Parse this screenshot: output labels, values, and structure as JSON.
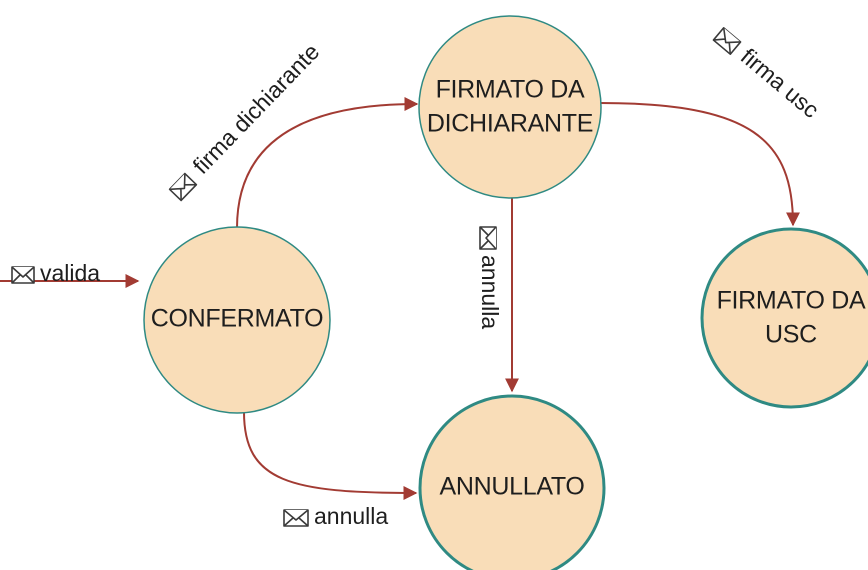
{
  "states": {
    "confermato": "CONFERMATO",
    "firmato_dichiarante_line1": "FIRMATO DA",
    "firmato_dichiarante_line2": "DICHIARANTE",
    "firmato_usc_line1": "FIRMATO DA",
    "firmato_usc_line2": "USC",
    "annullato": "ANNULLATO"
  },
  "transitions": {
    "valida": "valida",
    "firma_dichiarante": "firma dichiarante",
    "firma_usc": "firma usc",
    "annulla_vertical": "annulla",
    "annulla_bottom": "annulla"
  },
  "icons": {
    "message": "envelope-icon"
  },
  "colors": {
    "node_fill": "#f9ddb8",
    "node_stroke": "#2f8a83",
    "arrow": "#a23b33",
    "text": "#1e1e1e"
  }
}
